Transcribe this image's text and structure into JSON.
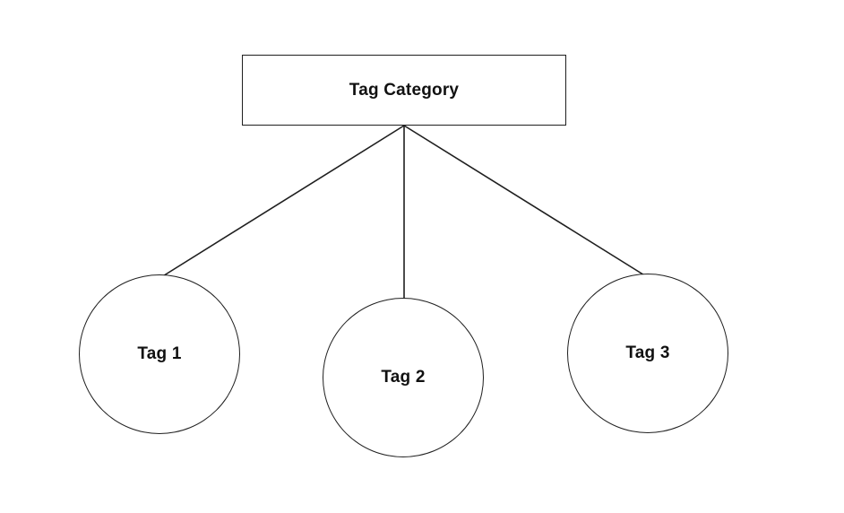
{
  "diagram": {
    "type": "tree",
    "root": {
      "label": "Tag Category",
      "shape": "rectangle"
    },
    "children": [
      {
        "label": "Tag 1",
        "shape": "circle"
      },
      {
        "label": "Tag 2",
        "shape": "circle"
      },
      {
        "label": "Tag 3",
        "shape": "circle"
      }
    ],
    "edges": [
      {
        "from": "Tag Category",
        "to": "Tag 1"
      },
      {
        "from": "Tag Category",
        "to": "Tag 2"
      },
      {
        "from": "Tag Category",
        "to": "Tag 3"
      }
    ],
    "colors": {
      "stroke": "#1f1f1f",
      "fill": "#ffffff",
      "background": "#ffffff"
    }
  }
}
